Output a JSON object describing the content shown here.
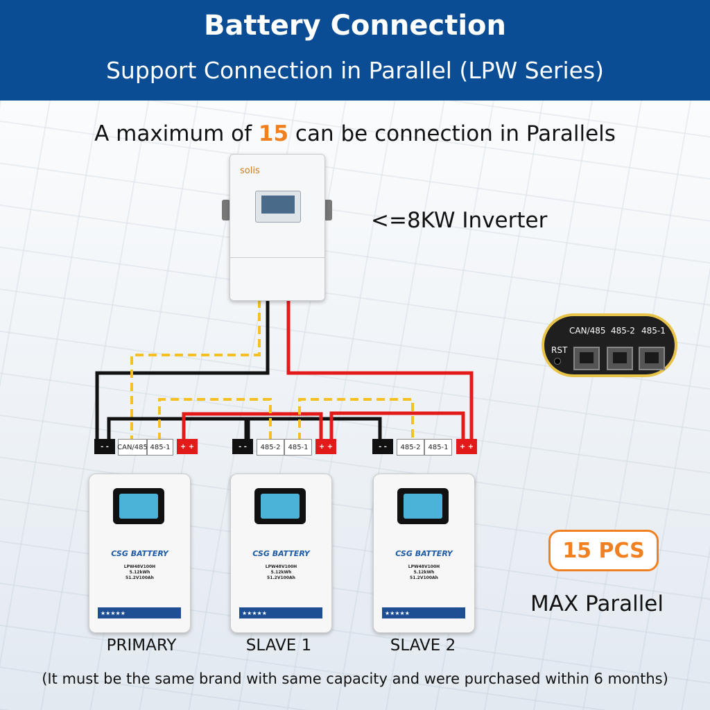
{
  "header": {
    "title": "Battery Connection",
    "subtitle": "Support Connection in Parallel (LPW Series)"
  },
  "headline": {
    "prefix": "A maximum of ",
    "number": "15",
    "suffix": " can be connection in Parallels"
  },
  "inverter": {
    "brand": "solis",
    "label": "<=8KW Inverter"
  },
  "terminals": {
    "neg": "- -",
    "pos": "+ +"
  },
  "batteries": [
    {
      "label": "PRIMARY",
      "ports": [
        "CAN/485",
        "485-1"
      ],
      "logo": "CSG BATTERY",
      "model": "LPW48V100H",
      "energy": "5.12kWh",
      "capacity": "51.2V100Ah",
      "rating": "★★★★★"
    },
    {
      "label": "SLAVE 1",
      "ports": [
        "485-2",
        "485-1"
      ],
      "logo": "CSG BATTERY",
      "model": "LPW48V100H",
      "energy": "5.12kWh",
      "capacity": "51.2V100Ah",
      "rating": "★★★★★"
    },
    {
      "label": "SLAVE 2",
      "ports": [
        "485-2",
        "485-1"
      ],
      "logo": "CSG BATTERY",
      "model": "LPW48V100H",
      "energy": "5.12kWh",
      "capacity": "51.2V100Ah",
      "rating": "★★★★★"
    }
  ],
  "port_panel": {
    "rst": "RST",
    "can485": "CAN/485",
    "p4852": "485-2",
    "p4851": "485-1"
  },
  "pcs_badge": "15 PCS",
  "max_parallel": "MAX Parallel",
  "footnote": "(It must be the same brand with same capacity and were purchased within 6 months)",
  "colors": {
    "header_bg": "#0b4d95",
    "accent": "#f08020",
    "positive": "#e21a1a",
    "negative": "#111111",
    "comm": "#f4c022"
  }
}
